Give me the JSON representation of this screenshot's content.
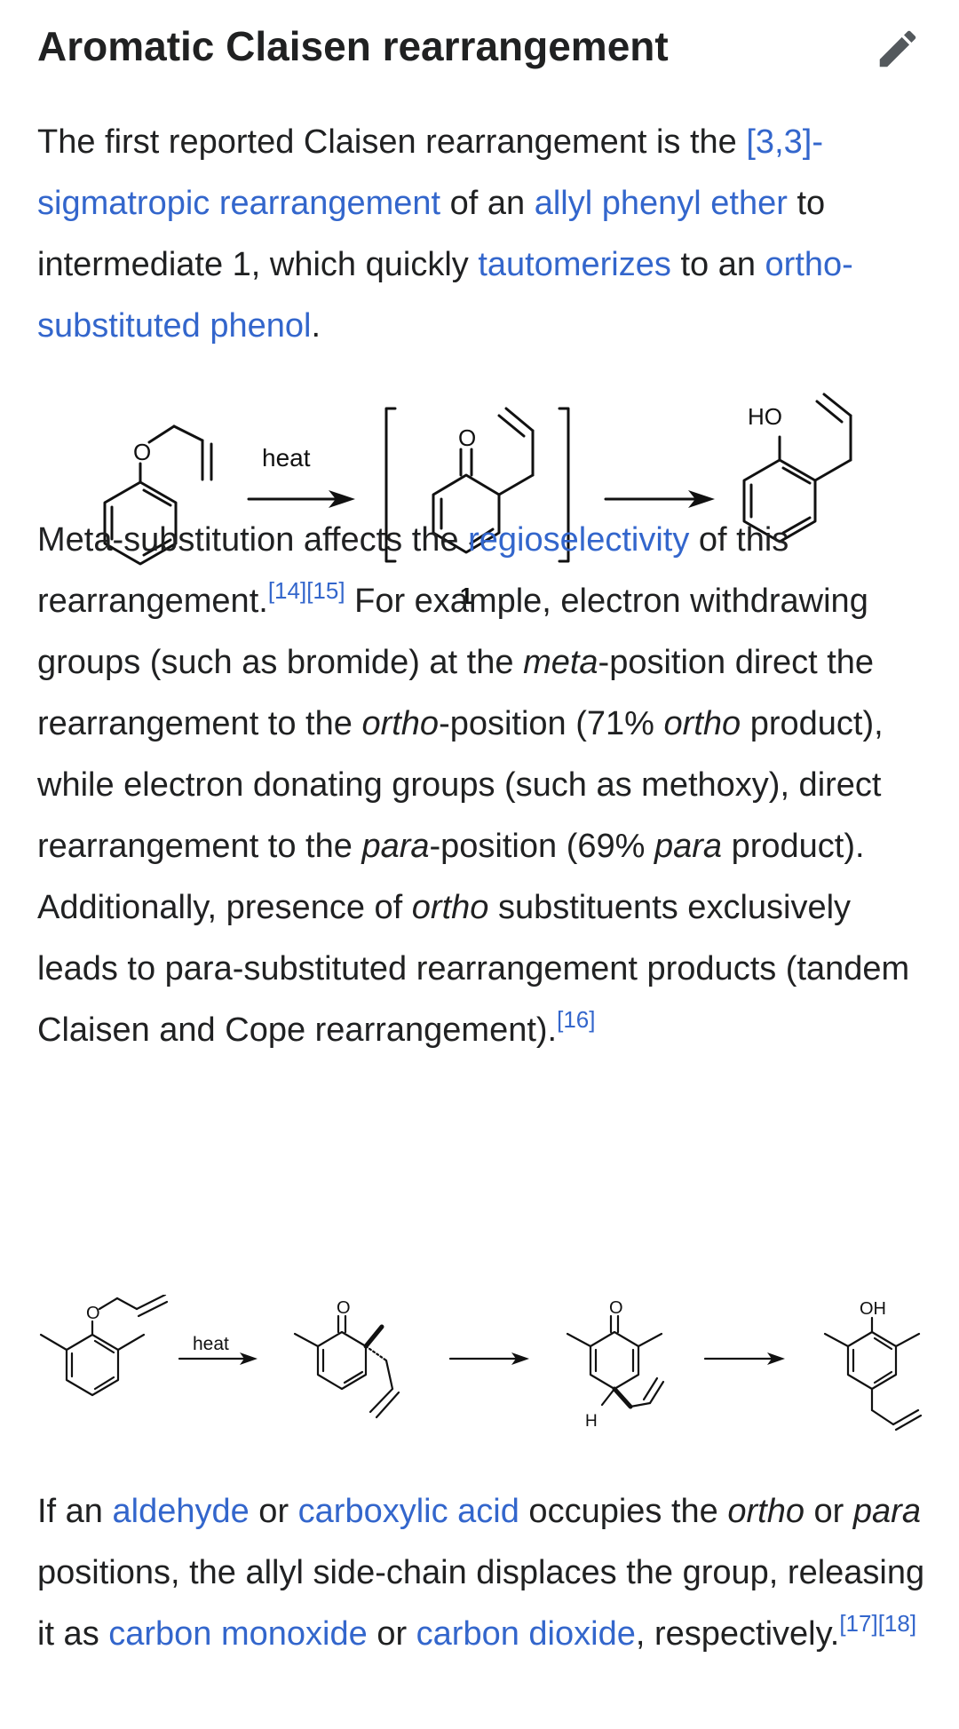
{
  "section": {
    "title": "Aromatic Claisen rearrangement",
    "edit_icon": "pencil-icon"
  },
  "para1": {
    "t1": "The first reported Claisen rearrangement is the ",
    "l1": "[3,3]-sigmatropic rearrangement",
    "t2": " of an ",
    "l2": "allyl phenyl ether",
    "t3": " to intermediate 1, which quickly ",
    "l3": "tautomerizes",
    "t4": " to an ",
    "l4": "ortho-substituted phenol",
    "t5": "."
  },
  "figure1": {
    "o_label": "O",
    "heat_label": "heat",
    "o2_label": "O",
    "intermediate_number": "1",
    "ho_label": "HO"
  },
  "para2": {
    "t1": "Meta-substitution affects the ",
    "l1": "regioselectivity",
    "t2": " of this rearrangement.",
    "r1": "[14]",
    "r2": "[15]",
    "t3": " For example, electron withdrawing groups (such as bromide) at the ",
    "i1": "meta",
    "t4": "-position direct the rearrangement to the ",
    "i2": "ortho",
    "t5": "-position (71% ",
    "i3": "ortho",
    "t6": " product), while electron donating groups (such as methoxy), direct rearrangement to the ",
    "i4": "para",
    "t7": "-position (69% ",
    "i5": "para",
    "t8": " product). Additionally, presence of ",
    "i6": "ortho",
    "t9": " substituents exclusively leads to para-substituted rearrangement products (tandem Claisen and Cope rearrangement).",
    "r3": "[16]"
  },
  "figure2": {
    "o_label": "O",
    "heat_label": "heat",
    "o2_label": "O",
    "o3_label": "O",
    "h_label": "H",
    "oh_label": "OH"
  },
  "para3": {
    "t1": "If an ",
    "l1": "aldehyde",
    "t2": " or ",
    "l2": "carboxylic acid",
    "t3": " occupies the ",
    "i1": "ortho",
    "t4": " or ",
    "i2": "para",
    "t5": " positions, the allyl side-chain displaces the group, releasing it as ",
    "l3": "carbon monoxide",
    "t6": " or ",
    "l4": "carbon dioxide",
    "t7": ", respectively.",
    "r1": "[17]",
    "r2": "[18]"
  },
  "colors": {
    "text": "#202122",
    "link": "#3366cc",
    "icon": "#54595d"
  }
}
